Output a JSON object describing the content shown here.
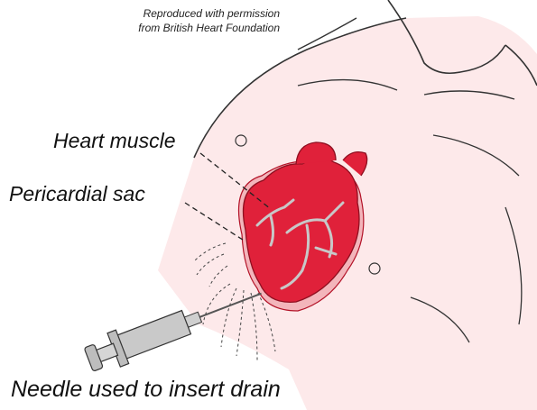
{
  "credit": {
    "line1": "Reproduced with permission",
    "line2": "from British Heart Foundation"
  },
  "labels": {
    "heart_muscle": "Heart muscle",
    "pericardial_sac": "Pericardial sac",
    "needle": "Needle used to insert drain"
  },
  "colors": {
    "skin": "#fde9ea",
    "heart": "#e0213a",
    "heart_dark": "#b31328",
    "pericardium": "#f3b5bb",
    "vessels": "#c8c8c8",
    "outline": "#333333"
  }
}
